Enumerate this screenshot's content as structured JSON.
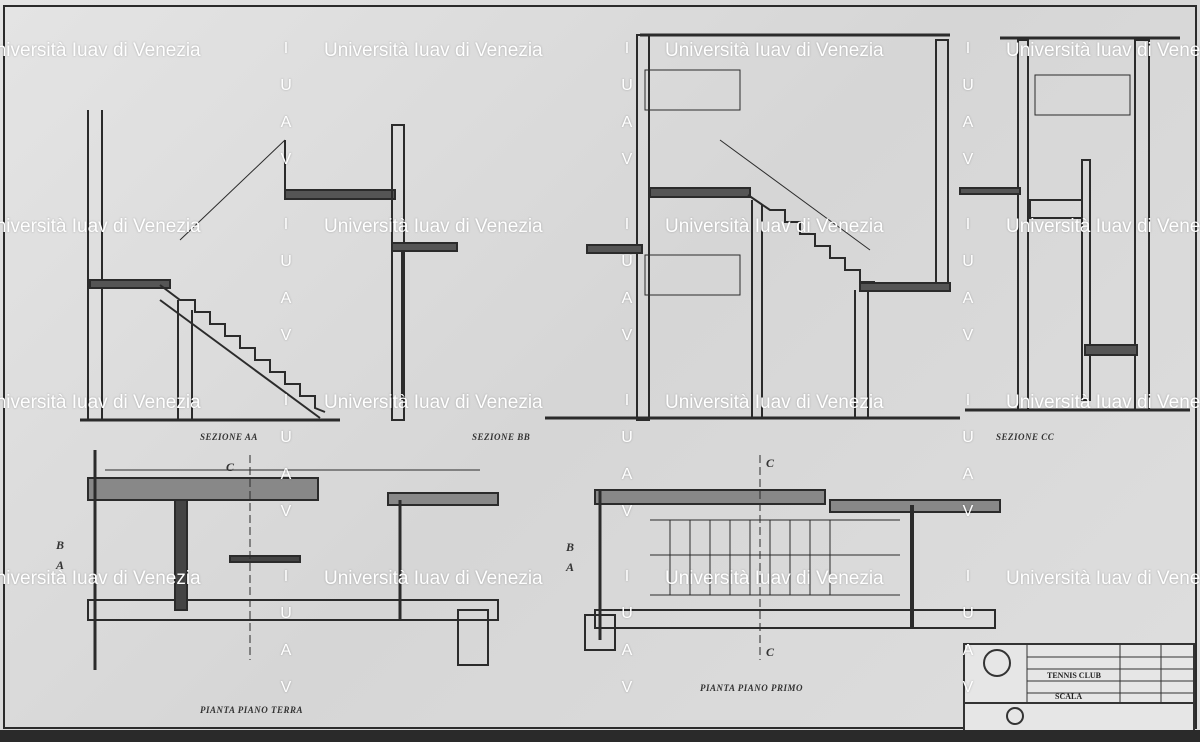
{
  "drawing": {
    "labels": {
      "section_aa": "SEZIONE AA",
      "section_bb": "SEZIONE BB",
      "section_cc": "SEZIONE CC",
      "plan_ground": "PIANTA PIANO TERRA",
      "plan_first": "PIANTA PIANO PRIMO"
    },
    "section_markers": [
      "A",
      "B",
      "C"
    ],
    "title_block": {
      "project": "TENNIS CLUB",
      "subject": "SCALA"
    }
  },
  "watermark": {
    "text": "Università Iuav di Venezia",
    "letters": [
      "I",
      "U",
      "A",
      "V"
    ]
  },
  "colors": {
    "line": "#2b2b2b",
    "paper": "#dedede",
    "watermark": "#ffffff"
  }
}
